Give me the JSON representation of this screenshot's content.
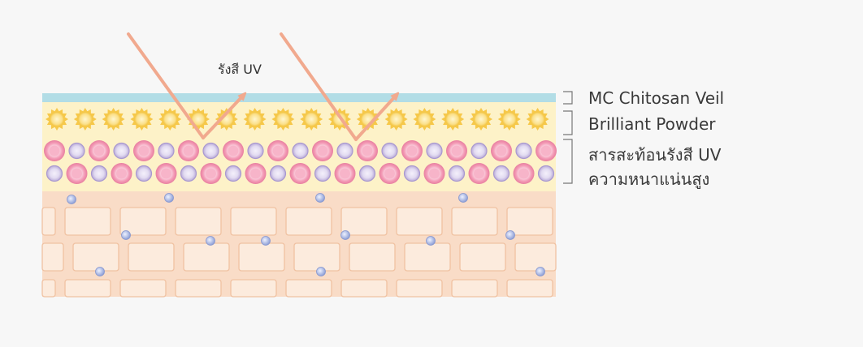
{
  "uv_label": "รังสี UV",
  "labels": {
    "veil": "MC Chitosan Veil",
    "powder": "Brilliant Powder",
    "reflect_line1": "สารสะท้อนรังสี UV",
    "reflect_line2": "ความหนาแน่นสูง"
  },
  "colors": {
    "background": "#f7f7f7",
    "veil": "#b2dde6",
    "powder_band": "#fdf2c8",
    "sun_particle": "#f7cf55",
    "pink_particle": "#ef8fac",
    "lavender_particle": "#c8bde2",
    "skin": "#f9dcc7",
    "skin_cell": "#fce9da",
    "skin_cell_border": "#f2c09f",
    "uv_arrow": "#f1a98e",
    "bracket": "#777777"
  }
}
